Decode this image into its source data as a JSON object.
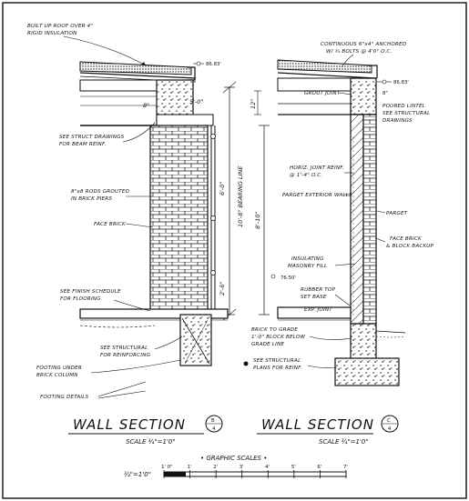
{
  "section_a": {
    "roof_note_1": "BUILT UP ROOF OVER 4\"",
    "roof_note_2": "RIGID INSULATION",
    "elev_top": "86.83'",
    "dim_8in": "8\"",
    "dim_5_0": "5'-0\"",
    "steel_note_1": "SEE STRUCT DRAWINGS",
    "steel_note_2": "FOR BEAM REINF.",
    "lintel_note_1": "8\"x8 RODS GROUTED",
    "lintel_note_2": "IN BRICK PIERS",
    "face_brick": "FACE BRICK",
    "bearing_line": "10'-8\" BEARING LINE",
    "dim_6_0": "6'-0\"",
    "dim_8_10": "8'-10\"",
    "dim_2_6": "2'-6\"",
    "finish_note_1": "SEE FINISH SCHEDULE",
    "finish_note_2": "FOR FLOORING",
    "struct_note_1": "SEE STRUCTURAL",
    "struct_note_2": "FOR REINFORCING",
    "footing_note_1": "FOOTING UNDER",
    "footing_note_2": "BRICK COLUMN",
    "footing_details": "FOOTING DETAILS",
    "title": "WALL SECTION",
    "tag_top": "B",
    "tag_bottom": "4",
    "scale": "SCALE ¾\"=1'0\""
  },
  "section_b": {
    "bolts_note_1": "CONTINUOUS 6\"x4\" ANCHORED",
    "bolts_note_2": "W/ ¾ BOLTS @ 4'0\" O.C.",
    "elev_top": "86.83'",
    "grout_joint": "GROUT JOINT",
    "lintel_note_1": "POURED LINTEL",
    "lintel_note_2": "SEE STRUCTURAL",
    "lintel_note_3": "DRAWINGS",
    "dim_12": "12\"",
    "dim_8": "8\"",
    "joint_reinf_1": "HORIZ. JOINT REINF.",
    "joint_reinf_2": "@ 1'-4\" O.C.",
    "parget_walls": "PARGET EXTERIOR WALLS",
    "parget": "PARGET",
    "face_brick_1": "FACE BRICK",
    "face_brick_2": "& BLOCK BACKUP",
    "insulating_1": "INSULATING",
    "insulating_2": "MASONRY FILL",
    "elev_floor": "76.50'",
    "rubber_1": "RUBBER TOP",
    "rubber_2": "SET BASE",
    "exp_joint": "EXP. JOINT",
    "brick_grade_1": "BRICK TO GRADE",
    "brick_grade_2": "1'-0\" BLOCK BELOW",
    "brick_grade_3": "GRADE LINE",
    "struct_note_1": "SEE STRUCTURAL",
    "struct_note_2": "PLANS FOR REINF.",
    "title": "WALL SECTION",
    "tag_top": "C",
    "tag_bottom": "4",
    "scale": "SCALE ¾\"=1'0\""
  },
  "graphic_scales": {
    "title": "• GRAPHIC SCALES •",
    "ratio": "¾\"=1'0\"",
    "ticks": [
      "1' 0\"",
      "1'",
      "2'",
      "3'",
      "4'",
      "5'",
      "6'",
      "7'"
    ]
  }
}
